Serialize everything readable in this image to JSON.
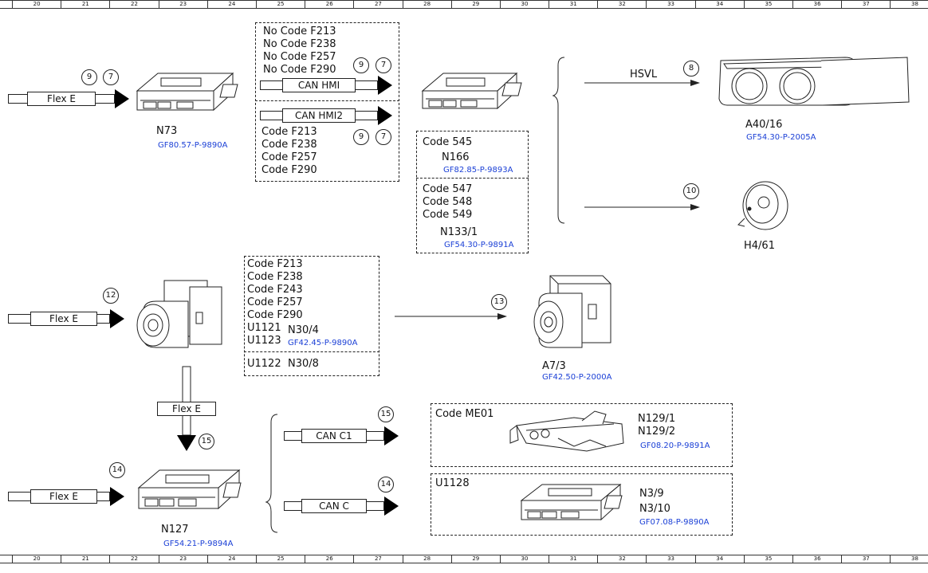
{
  "ruler": [
    "20",
    "21",
    "22",
    "23",
    "24",
    "25",
    "26",
    "27",
    "28",
    "29",
    "30",
    "31",
    "32",
    "33",
    "34",
    "35",
    "36",
    "37",
    "38"
  ],
  "components": {
    "n73": {
      "name": "N73",
      "ref": "GF80.57-P-9890A"
    },
    "n166": {
      "name": "N166",
      "ref": "GF82.85-P-9893A"
    },
    "n133": {
      "name": "N133/1",
      "ref": "GF54.30-P-9891A"
    },
    "a40": {
      "name": "A40/16",
      "ref": "GF54.30-P-2005A"
    },
    "h4": {
      "name": "H4/61"
    },
    "n30_4": {
      "name": "N30/4",
      "ref": "GF42.45-P-9890A"
    },
    "n30_8": {
      "name": "N30/8"
    },
    "a7": {
      "name": "A7/3",
      "ref": "GF42.50-P-2000A"
    },
    "n127": {
      "name": "N127",
      "ref": "GF54.21-P-9894A"
    },
    "n129": {
      "name1": "N129/1",
      "name2": "N129/2",
      "ref": "GF08.20-P-9891A"
    },
    "n3": {
      "name1": "N3/9",
      "name2": "N3/10",
      "ref": "GF07.08-P-9890A"
    }
  },
  "buses": {
    "flex_e": "Flex E",
    "can_hmi": "CAN HMI",
    "can_hmi2": "CAN HMI2",
    "hsvl": "HSVL",
    "can_c1": "CAN C1",
    "can_c": "CAN C"
  },
  "codes": {
    "box1_top": [
      "No Code F213",
      "No Code F238",
      "No Code F257",
      "No Code F290"
    ],
    "box1_bottom": [
      "Code F213",
      "Code F238",
      "Code F257",
      "Code F290"
    ],
    "box2_top": "Code 545",
    "box2_bottom": [
      "Code 547",
      "Code 548",
      "Code 549"
    ],
    "box3_top": [
      "Code F213",
      "Code F238",
      "Code F243",
      "Code F257",
      "Code F290",
      "U1121",
      "U1123"
    ],
    "box3_bottom": "U1122",
    "box4": "Code ME01",
    "box5": "U1128"
  },
  "badges": {
    "b9": "9",
    "b7": "7",
    "b8": "8",
    "b10": "10",
    "b12": "12",
    "b13": "13",
    "b14": "14",
    "b15": "15"
  }
}
